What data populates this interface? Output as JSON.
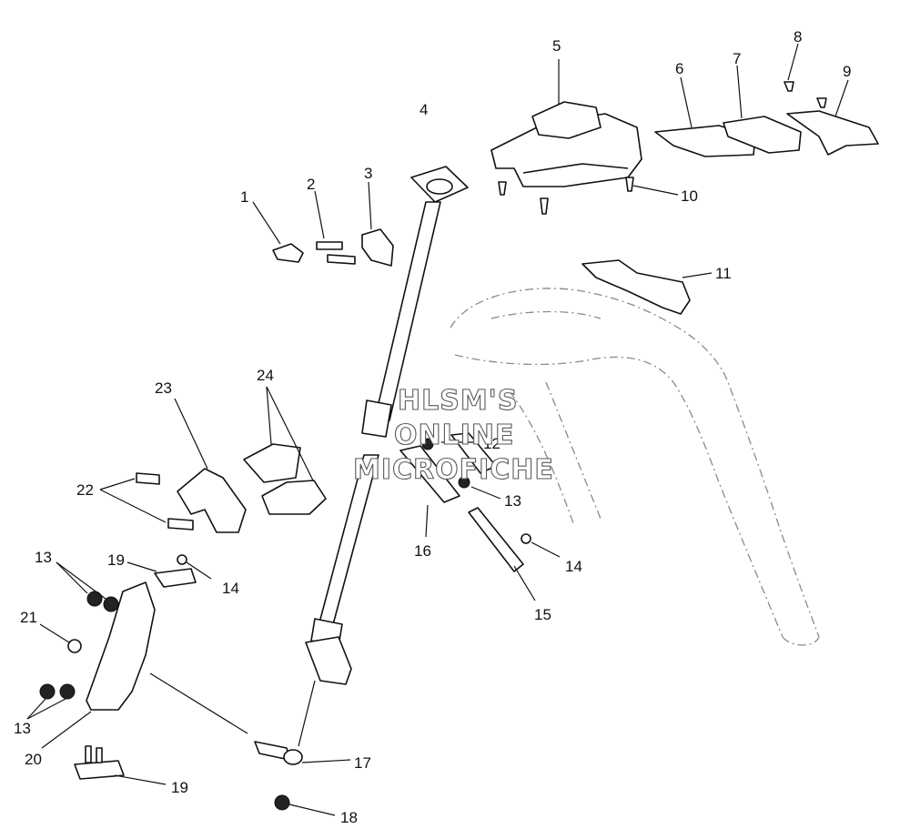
{
  "watermark": {
    "lines": [
      "HLSM'S",
      "ONLINE",
      "MICROFICHE"
    ]
  },
  "callouts": [
    {
      "id": "c1",
      "label": "1"
    },
    {
      "id": "c2",
      "label": "2"
    },
    {
      "id": "c3",
      "label": "3"
    },
    {
      "id": "c4",
      "label": "4"
    },
    {
      "id": "c5",
      "label": "5"
    },
    {
      "id": "c6",
      "label": "6"
    },
    {
      "id": "c7",
      "label": "7"
    },
    {
      "id": "c8",
      "label": "8"
    },
    {
      "id": "c9",
      "label": "9"
    },
    {
      "id": "c10",
      "label": "10"
    },
    {
      "id": "c11",
      "label": "11"
    },
    {
      "id": "c12",
      "label": "12"
    },
    {
      "id": "c13a",
      "label": "13"
    },
    {
      "id": "c13b",
      "label": "13"
    },
    {
      "id": "c13c",
      "label": "13"
    },
    {
      "id": "c14a",
      "label": "14"
    },
    {
      "id": "c14b",
      "label": "14"
    },
    {
      "id": "c15",
      "label": "15"
    },
    {
      "id": "c16",
      "label": "16"
    },
    {
      "id": "c17",
      "label": "17"
    },
    {
      "id": "c18",
      "label": "18"
    },
    {
      "id": "c19a",
      "label": "19"
    },
    {
      "id": "c19b",
      "label": "19"
    },
    {
      "id": "c20",
      "label": "20"
    },
    {
      "id": "c21",
      "label": "21"
    },
    {
      "id": "c22",
      "label": "22"
    },
    {
      "id": "c23",
      "label": "23"
    },
    {
      "id": "c24",
      "label": "24"
    }
  ]
}
